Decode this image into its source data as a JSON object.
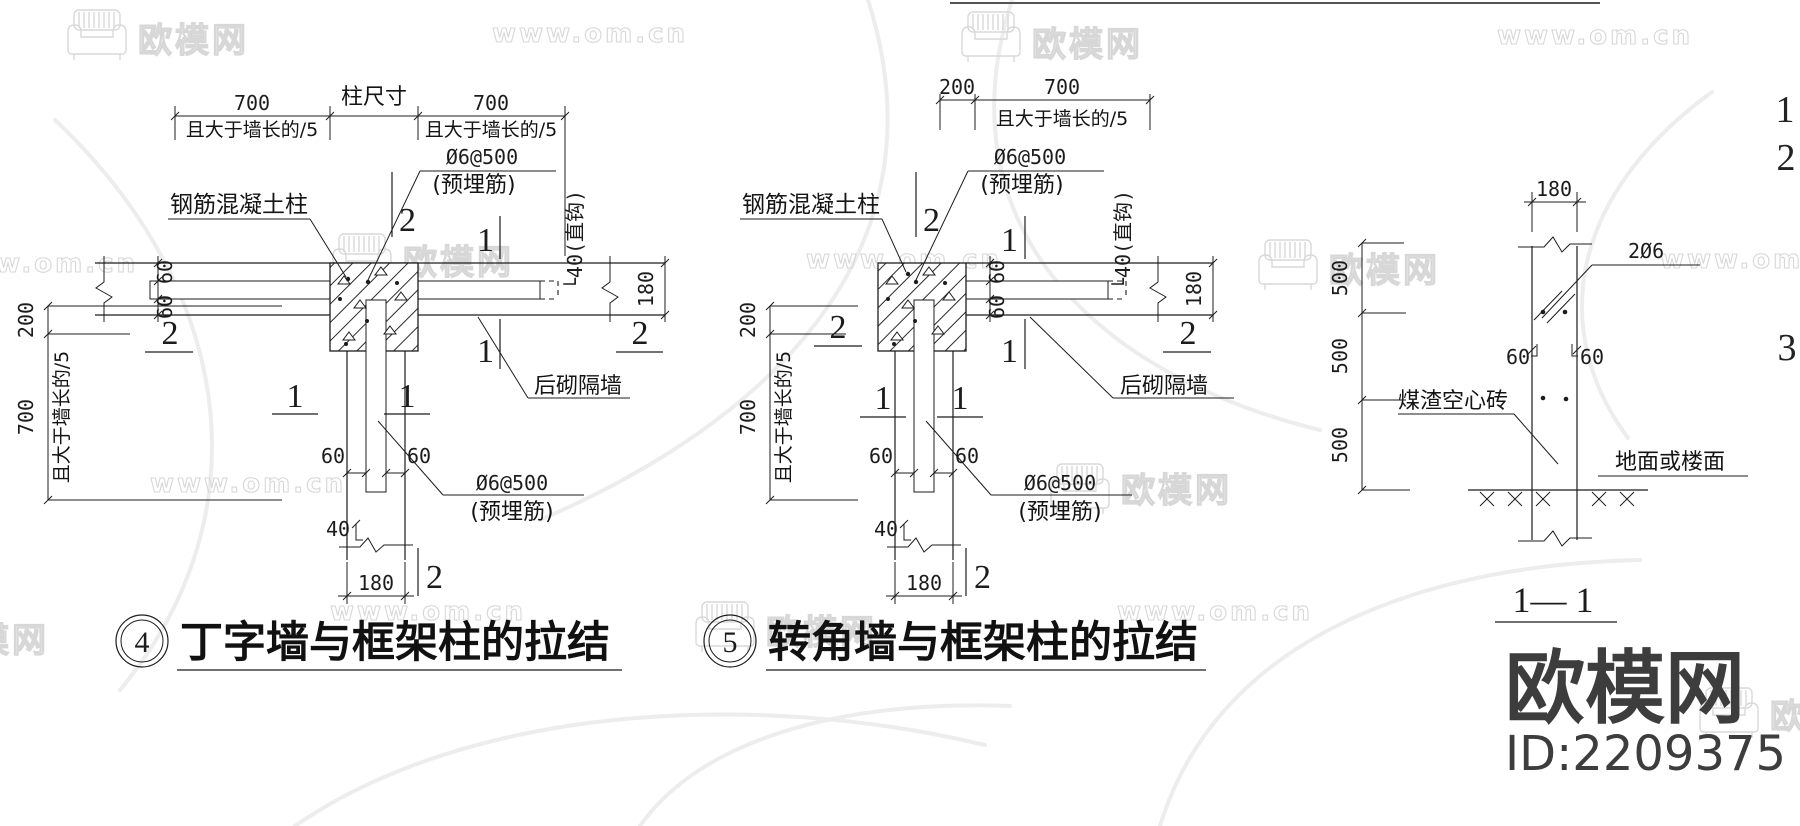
{
  "watermark": {
    "url": "www.om.cn",
    "brand": "欧模网"
  },
  "brand_stamp": {
    "name": "欧模网",
    "id": "ID:2209375"
  },
  "margin_notes": [
    "1",
    "2",
    "3"
  ],
  "detail4": {
    "number": "4",
    "title": "丁字墙与框架柱的拉结",
    "top": {
      "left_dim": "700",
      "column_label": "柱尺寸",
      "right_dim": "700",
      "left_note": "且大于墙长的/5",
      "right_note": "且大于墙长的/5"
    },
    "left": {
      "dim_200": "200",
      "dim_700": "700",
      "note": "且大于墙长的/5"
    },
    "labels": {
      "column": "钢筋混凝土柱",
      "embed_spec": "Ø6@500",
      "embed_note": "(预埋筋)",
      "infill": "后砌隔墙",
      "hook": "└40(直钩)"
    },
    "dims": {
      "cover": "60",
      "hook": "40",
      "thickness": "180"
    },
    "marks": {
      "s1": "1",
      "s2": "2"
    }
  },
  "detail5": {
    "number": "5",
    "title": "转角墙与框架柱的拉结",
    "top": {
      "left_dim": "200",
      "right_dim": "700",
      "note": "且大于墙长的/5"
    },
    "left": {
      "dim_200": "200",
      "dim_700": "700",
      "note": "且大于墙长的/5"
    },
    "labels": {
      "column": "钢筋混凝土柱",
      "embed_spec": "Ø6@500",
      "embed_note": "(预埋筋)",
      "infill": "后砌隔墙",
      "hook": "└40(直钩)"
    },
    "dims": {
      "cover": "60",
      "hook": "40",
      "thickness": "180"
    },
    "marks": {
      "s1": "1",
      "s2": "2"
    }
  },
  "section11": {
    "title": "1— 1",
    "top_dim": "180",
    "seg_dim": "500",
    "cover_dim": "60",
    "labels": {
      "rebar": "2Ø6",
      "brick": "煤渣空心砖",
      "floor": "地面或楼面"
    }
  }
}
